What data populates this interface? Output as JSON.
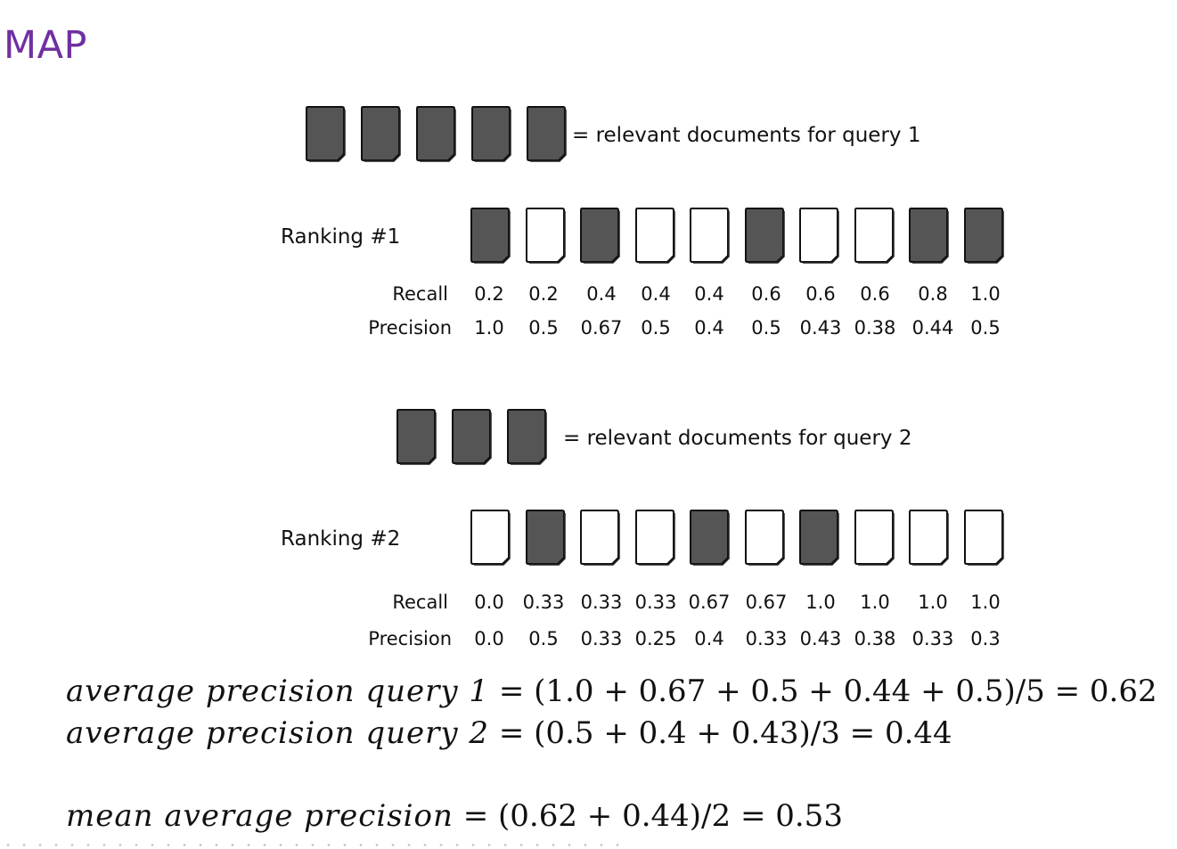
{
  "title": "MAP",
  "colors": {
    "title": "#7030a0",
    "relevant_doc": "#555555",
    "doc_border": "#111111"
  },
  "legend1": {
    "count": 5,
    "text": "= relevant documents for query 1"
  },
  "legend2": {
    "count": 3,
    "text": "= relevant documents for query 2"
  },
  "ranking1": {
    "label": "Ranking #1",
    "relevant": [
      true,
      false,
      true,
      false,
      false,
      true,
      false,
      false,
      true,
      true
    ],
    "recall_label": "Recall",
    "precision_label": "Precision",
    "recall": [
      "0.2",
      "0.2",
      "0.4",
      "0.4",
      "0.4",
      "0.6",
      "0.6",
      "0.6",
      "0.8",
      "1.0"
    ],
    "precision": [
      "1.0",
      "0.5",
      "0.67",
      "0.5",
      "0.4",
      "0.5",
      "0.43",
      "0.38",
      "0.44",
      "0.5"
    ]
  },
  "ranking2": {
    "label": "Ranking #2",
    "relevant": [
      false,
      true,
      false,
      false,
      true,
      false,
      true,
      false,
      false,
      false
    ],
    "recall_label": "Recall",
    "precision_label": "Precision",
    "recall": [
      "0.0",
      "0.33",
      "0.33",
      "0.33",
      "0.67",
      "0.67",
      "1.0",
      "1.0",
      "1.0",
      "1.0"
    ],
    "precision": [
      "0.0",
      "0.5",
      "0.33",
      "0.25",
      "0.4",
      "0.33",
      "0.43",
      "0.38",
      "0.33",
      "0.3"
    ]
  },
  "formulas": {
    "ap1_label": "average precision query 1",
    "ap1_expr": "= (1.0 + 0.67 + 0.5 + 0.44 + 0.5)/5 = 0.62",
    "ap2_label": "average precision query 2",
    "ap2_expr": "= (0.5 + 0.4 + 0.43)/3 = 0.44",
    "map_label": "mean average precision",
    "map_expr": "= (0.62 + 0.44)/2 = 0.53"
  }
}
